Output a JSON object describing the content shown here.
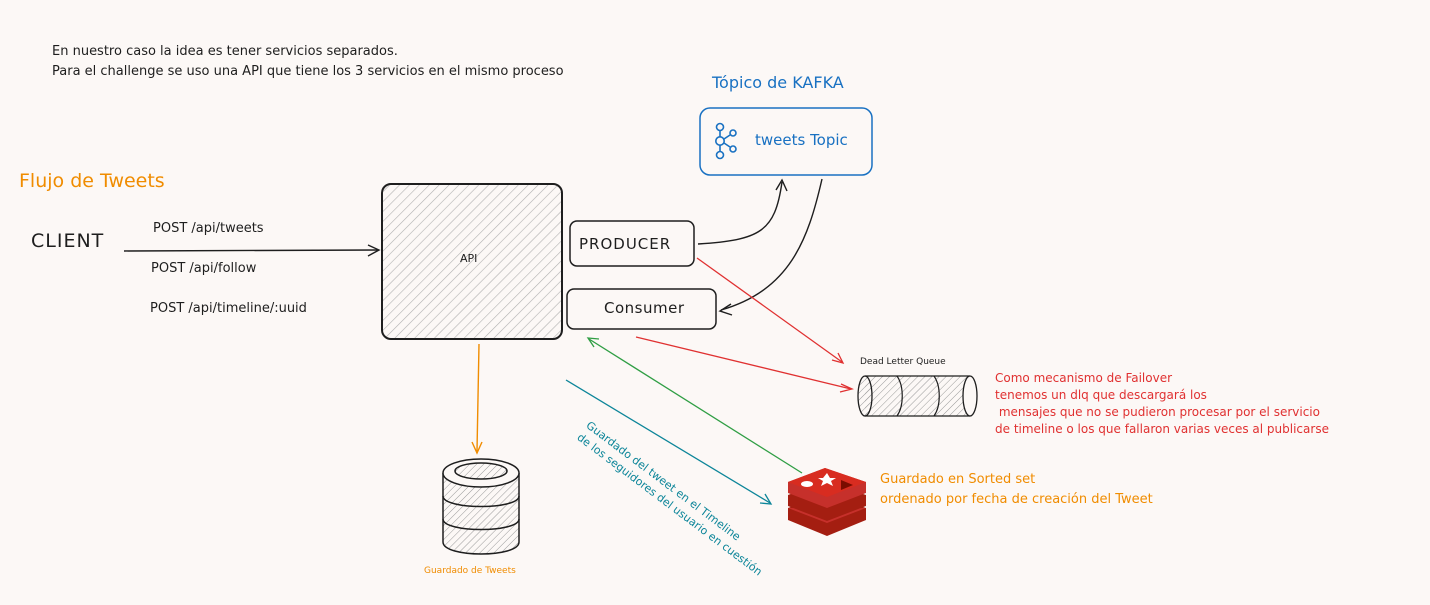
{
  "intro": {
    "line1": "En nuestro caso la idea es tener servicios separados.",
    "line2": "Para el challenge se uso una API que tiene los 3 servicios en el mismo proceso"
  },
  "flow_title": "Flujo de Tweets",
  "client_label": "CLIENT",
  "endpoints": {
    "tweets": "POST /api/tweets",
    "follow": "POST /api/follow",
    "timeline": "POST /api/timeline/:uuid"
  },
  "api_label": "API",
  "producer_label": "PRODUCER",
  "consumer_label": "Consumer",
  "kafka": {
    "title": "Tópico de KAFKA",
    "topic_label": "tweets Topic",
    "icon": "kafka-icon"
  },
  "dlq": {
    "label": "Dead Letter Queue",
    "note_lines": [
      "Como mecanismo de Failover",
      "tenemos un dlq que descargará los",
      " mensajes que no se pudieron procesar por el servicio",
      "de timeline o los que fallaron varias veces al publicarse"
    ]
  },
  "database": {
    "label": "Guardado de Tweets",
    "icon": "database-icon"
  },
  "redis": {
    "icon": "redis-icon",
    "note_lines": [
      "Guardado en Sorted set",
      "ordenado por fecha de creación del Tweet"
    ]
  },
  "timeline_note": {
    "line1": "Guardado del tweet en el Timeline",
    "line2": "de los seguidores del usuario en cuestión"
  },
  "colors": {
    "background": "#fcf8f6",
    "orange": "#f08c00",
    "blue": "#1971c2",
    "red": "#e03131",
    "green": "#2f9e44",
    "teal": "#0c8599",
    "redis": "#c6302b"
  }
}
